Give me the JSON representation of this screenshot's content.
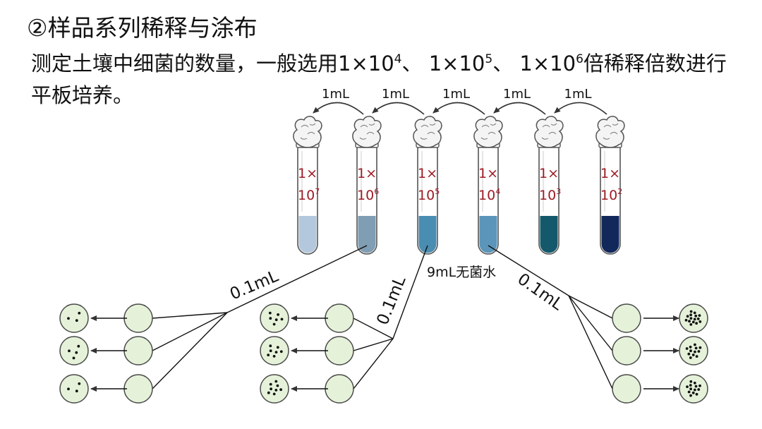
{
  "title": "②样品系列稀释与涂布",
  "description": {
    "text_before": "测定土壤中细菌的数量，一般选用",
    "factors": [
      {
        "base": "1×10",
        "exp": "4",
        "sep": "、 "
      },
      {
        "base": "1×10",
        "exp": "5",
        "sep": "、 "
      },
      {
        "base": "1×10",
        "exp": "6",
        "sep": ""
      }
    ],
    "text_after": "倍稀释倍数进行平板培养。"
  },
  "transfer_label": "1mL",
  "tubes": [
    {
      "factor": "1×",
      "base": "10",
      "exp": "7",
      "liquid": "#b3c8dc"
    },
    {
      "factor": "1×",
      "base": "10",
      "exp": "6",
      "liquid": "#7f9db3"
    },
    {
      "factor": "1×",
      "base": "10",
      "exp": "5",
      "liquid": "#4a8db2"
    },
    {
      "factor": "1×",
      "base": "10",
      "exp": "4",
      "liquid": "#5b95b9"
    },
    {
      "factor": "1×",
      "base": "10",
      "exp": "3",
      "liquid": "#14596b"
    },
    {
      "factor": "1×",
      "base": "10",
      "exp": "2",
      "liquid": "#12285a"
    }
  ],
  "water_label": "9mL无菌水",
  "plating_label": "0.1mL",
  "colony_counts": {
    "left": [
      3,
      4,
      3
    ],
    "middle": [
      6,
      7,
      8
    ],
    "right": [
      15,
      12,
      13
    ]
  },
  "colors": {
    "plate_fill": "#e5f2d9",
    "plate_stroke": "#4a4a4a",
    "factor_text": "#9e1b25",
    "colony": "#111111"
  }
}
